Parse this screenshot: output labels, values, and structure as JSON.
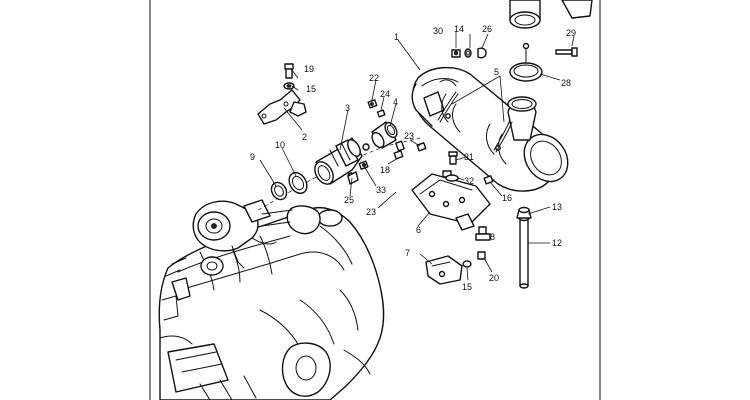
{
  "callouts": [
    {
      "id": "c1",
      "label": "1"
    },
    {
      "id": "c2",
      "label": "2"
    },
    {
      "id": "c3",
      "label": "3"
    },
    {
      "id": "c4",
      "label": "4"
    },
    {
      "id": "c5",
      "label": "5"
    },
    {
      "id": "c6",
      "label": "6"
    },
    {
      "id": "c7",
      "label": "7"
    },
    {
      "id": "c8",
      "label": "8"
    },
    {
      "id": "c9",
      "label": "9"
    },
    {
      "id": "c10",
      "label": "10"
    },
    {
      "id": "c12",
      "label": "12"
    },
    {
      "id": "c13",
      "label": "13"
    },
    {
      "id": "c14",
      "label": "14"
    },
    {
      "id": "c15a",
      "label": "15"
    },
    {
      "id": "c15b",
      "label": "15"
    },
    {
      "id": "c16",
      "label": "16"
    },
    {
      "id": "c18",
      "label": "18"
    },
    {
      "id": "c19",
      "label": "19"
    },
    {
      "id": "c20",
      "label": "20"
    },
    {
      "id": "c22",
      "label": "22"
    },
    {
      "id": "c23a",
      "label": "23"
    },
    {
      "id": "c23b",
      "label": "23"
    },
    {
      "id": "c24",
      "label": "24"
    },
    {
      "id": "c25",
      "label": "25"
    },
    {
      "id": "c26",
      "label": "26"
    },
    {
      "id": "c28",
      "label": "28"
    },
    {
      "id": "c29",
      "label": "29"
    },
    {
      "id": "c30",
      "label": "30"
    },
    {
      "id": "c31",
      "label": "31"
    },
    {
      "id": "c32",
      "label": "32"
    },
    {
      "id": "c33",
      "label": "33"
    }
  ]
}
